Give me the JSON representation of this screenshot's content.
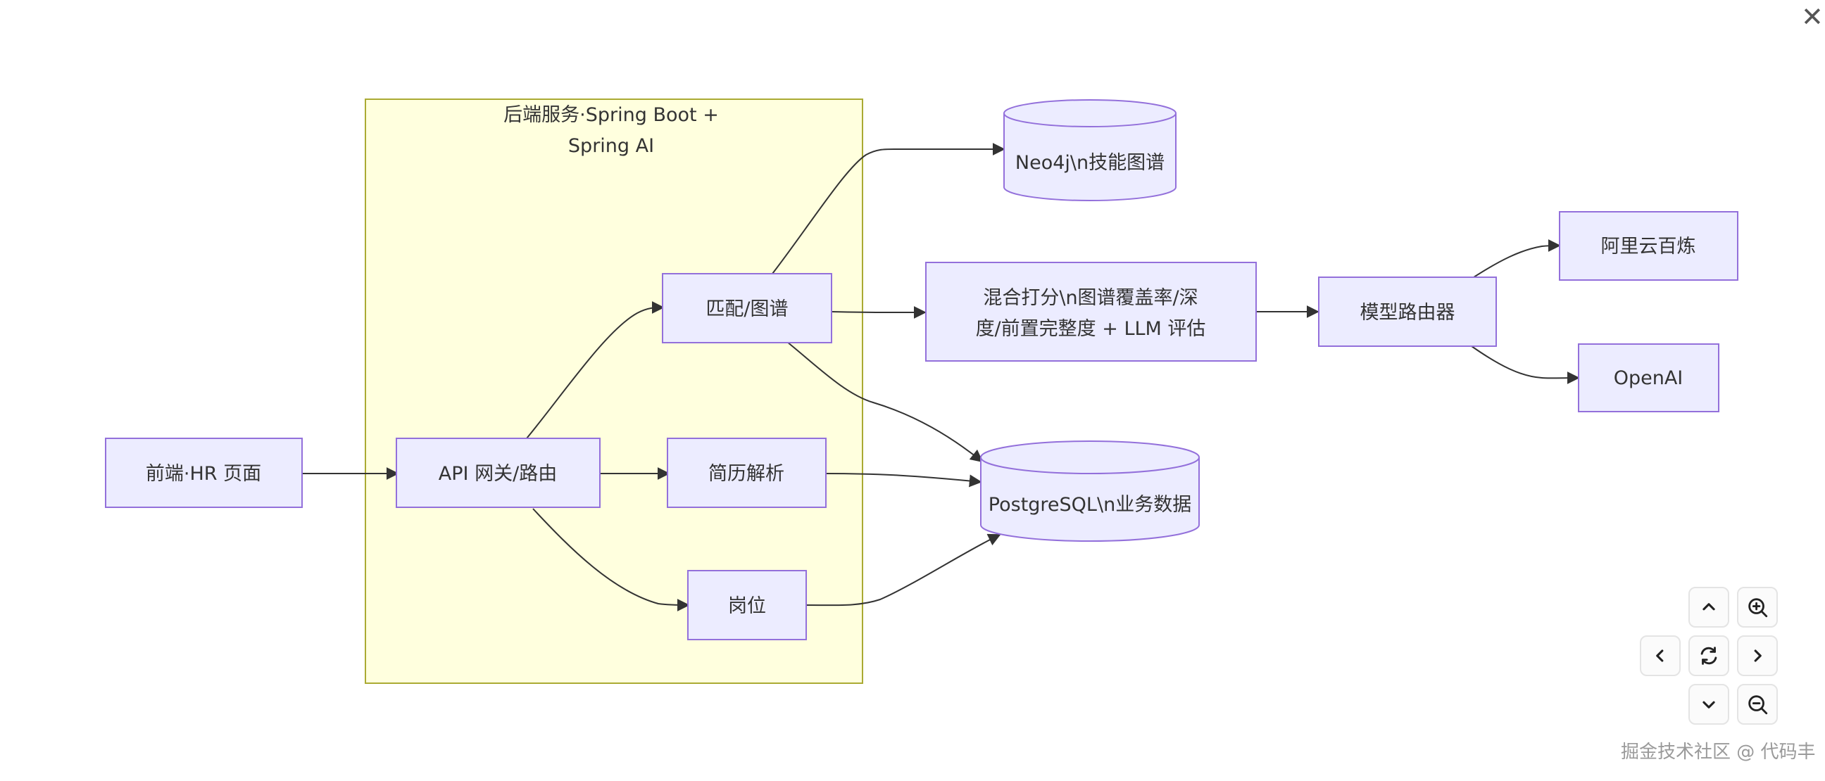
{
  "diagram": {
    "subgraph": {
      "line1": "后端服务·Spring Boot +",
      "line2": "Spring AI"
    },
    "nodes": {
      "frontend": "前端·HR 页面",
      "gateway": "API 网关/路由",
      "match": "匹配/图谱",
      "resume": "简历解析",
      "job": "岗位",
      "neo4j": "Neo4j\\n技能图谱",
      "postgres": "PostgreSQL\\n业务数据",
      "scoring_line1": "混合打分\\n图谱覆盖率/深",
      "scoring_line2": "度/前置完整度 + LLM 评估",
      "router": "模型路由器",
      "aliyun": "阿里云百炼",
      "openai": "OpenAI"
    }
  },
  "controls": {
    "icons": [
      "close-icon",
      "chevron-up-icon",
      "zoom-in-icon",
      "chevron-left-icon",
      "reset-icon",
      "chevron-right-icon",
      "chevron-down-icon",
      "zoom-out-icon"
    ]
  },
  "watermark": "掘金技术社区 @ 代码丰",
  "colors": {
    "node_fill": "#ECECFF",
    "node_stroke": "#9370DB",
    "subgraph_fill": "#FFFFDE",
    "subgraph_stroke": "#AAAA33",
    "edge": "#333333",
    "text": "#333333"
  }
}
